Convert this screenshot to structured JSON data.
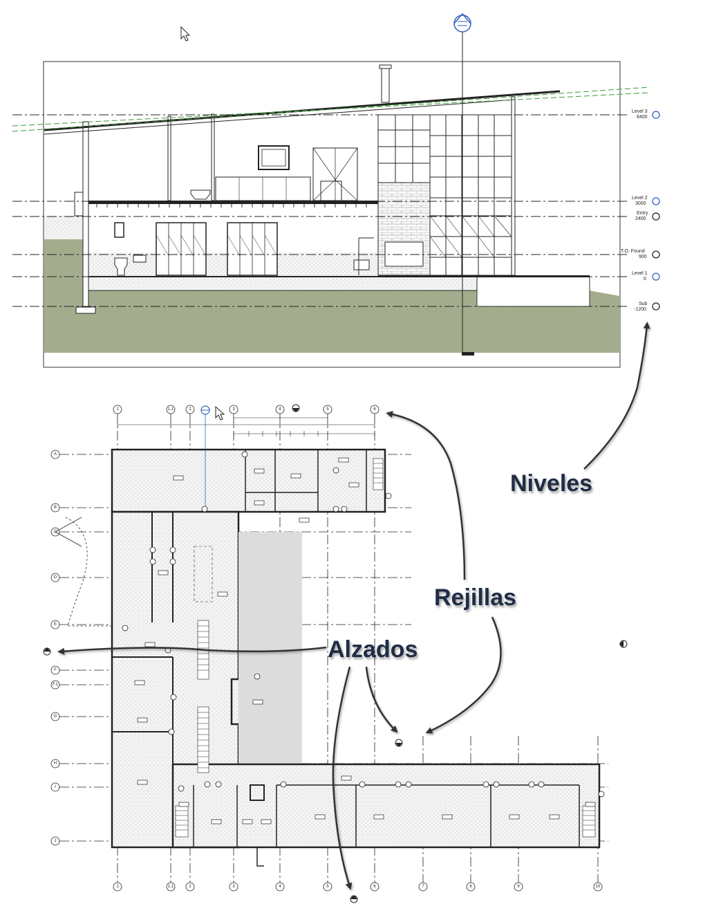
{
  "callouts": {
    "niveles": "Niveles",
    "rejillas": "Rejillas",
    "alzados": "Alzados"
  },
  "levels": [
    {
      "name": "Level 3",
      "elevation": "6400"
    },
    {
      "name": "Level 2",
      "elevation": "3000"
    },
    {
      "name": "Entry",
      "elevation": "2400"
    },
    {
      "name": "T.O. Found",
      "elevation": "900"
    },
    {
      "name": "Level 1",
      "elevation": "0"
    },
    {
      "name": "Sub",
      "elevation": "-1200"
    }
  ],
  "grids": {
    "columns_top": [
      "1",
      "1.1",
      "2",
      "3",
      "4",
      "5",
      "6"
    ],
    "columns_bottom": [
      "1",
      "1.1",
      "2",
      "3",
      "4",
      "5",
      "6",
      "7",
      "8",
      "9",
      "10"
    ],
    "rows": [
      "A",
      "B",
      "C",
      "D",
      "E",
      "F",
      "F.1",
      "G",
      "H",
      "I",
      "J"
    ]
  },
  "colors": {
    "callout_text": "#1f2d45",
    "ground": "#a3ad8e",
    "level_marker": "#2f5fbf",
    "roof_line": "#3a9a3a",
    "corridor_fill": "#dcdcdc"
  }
}
